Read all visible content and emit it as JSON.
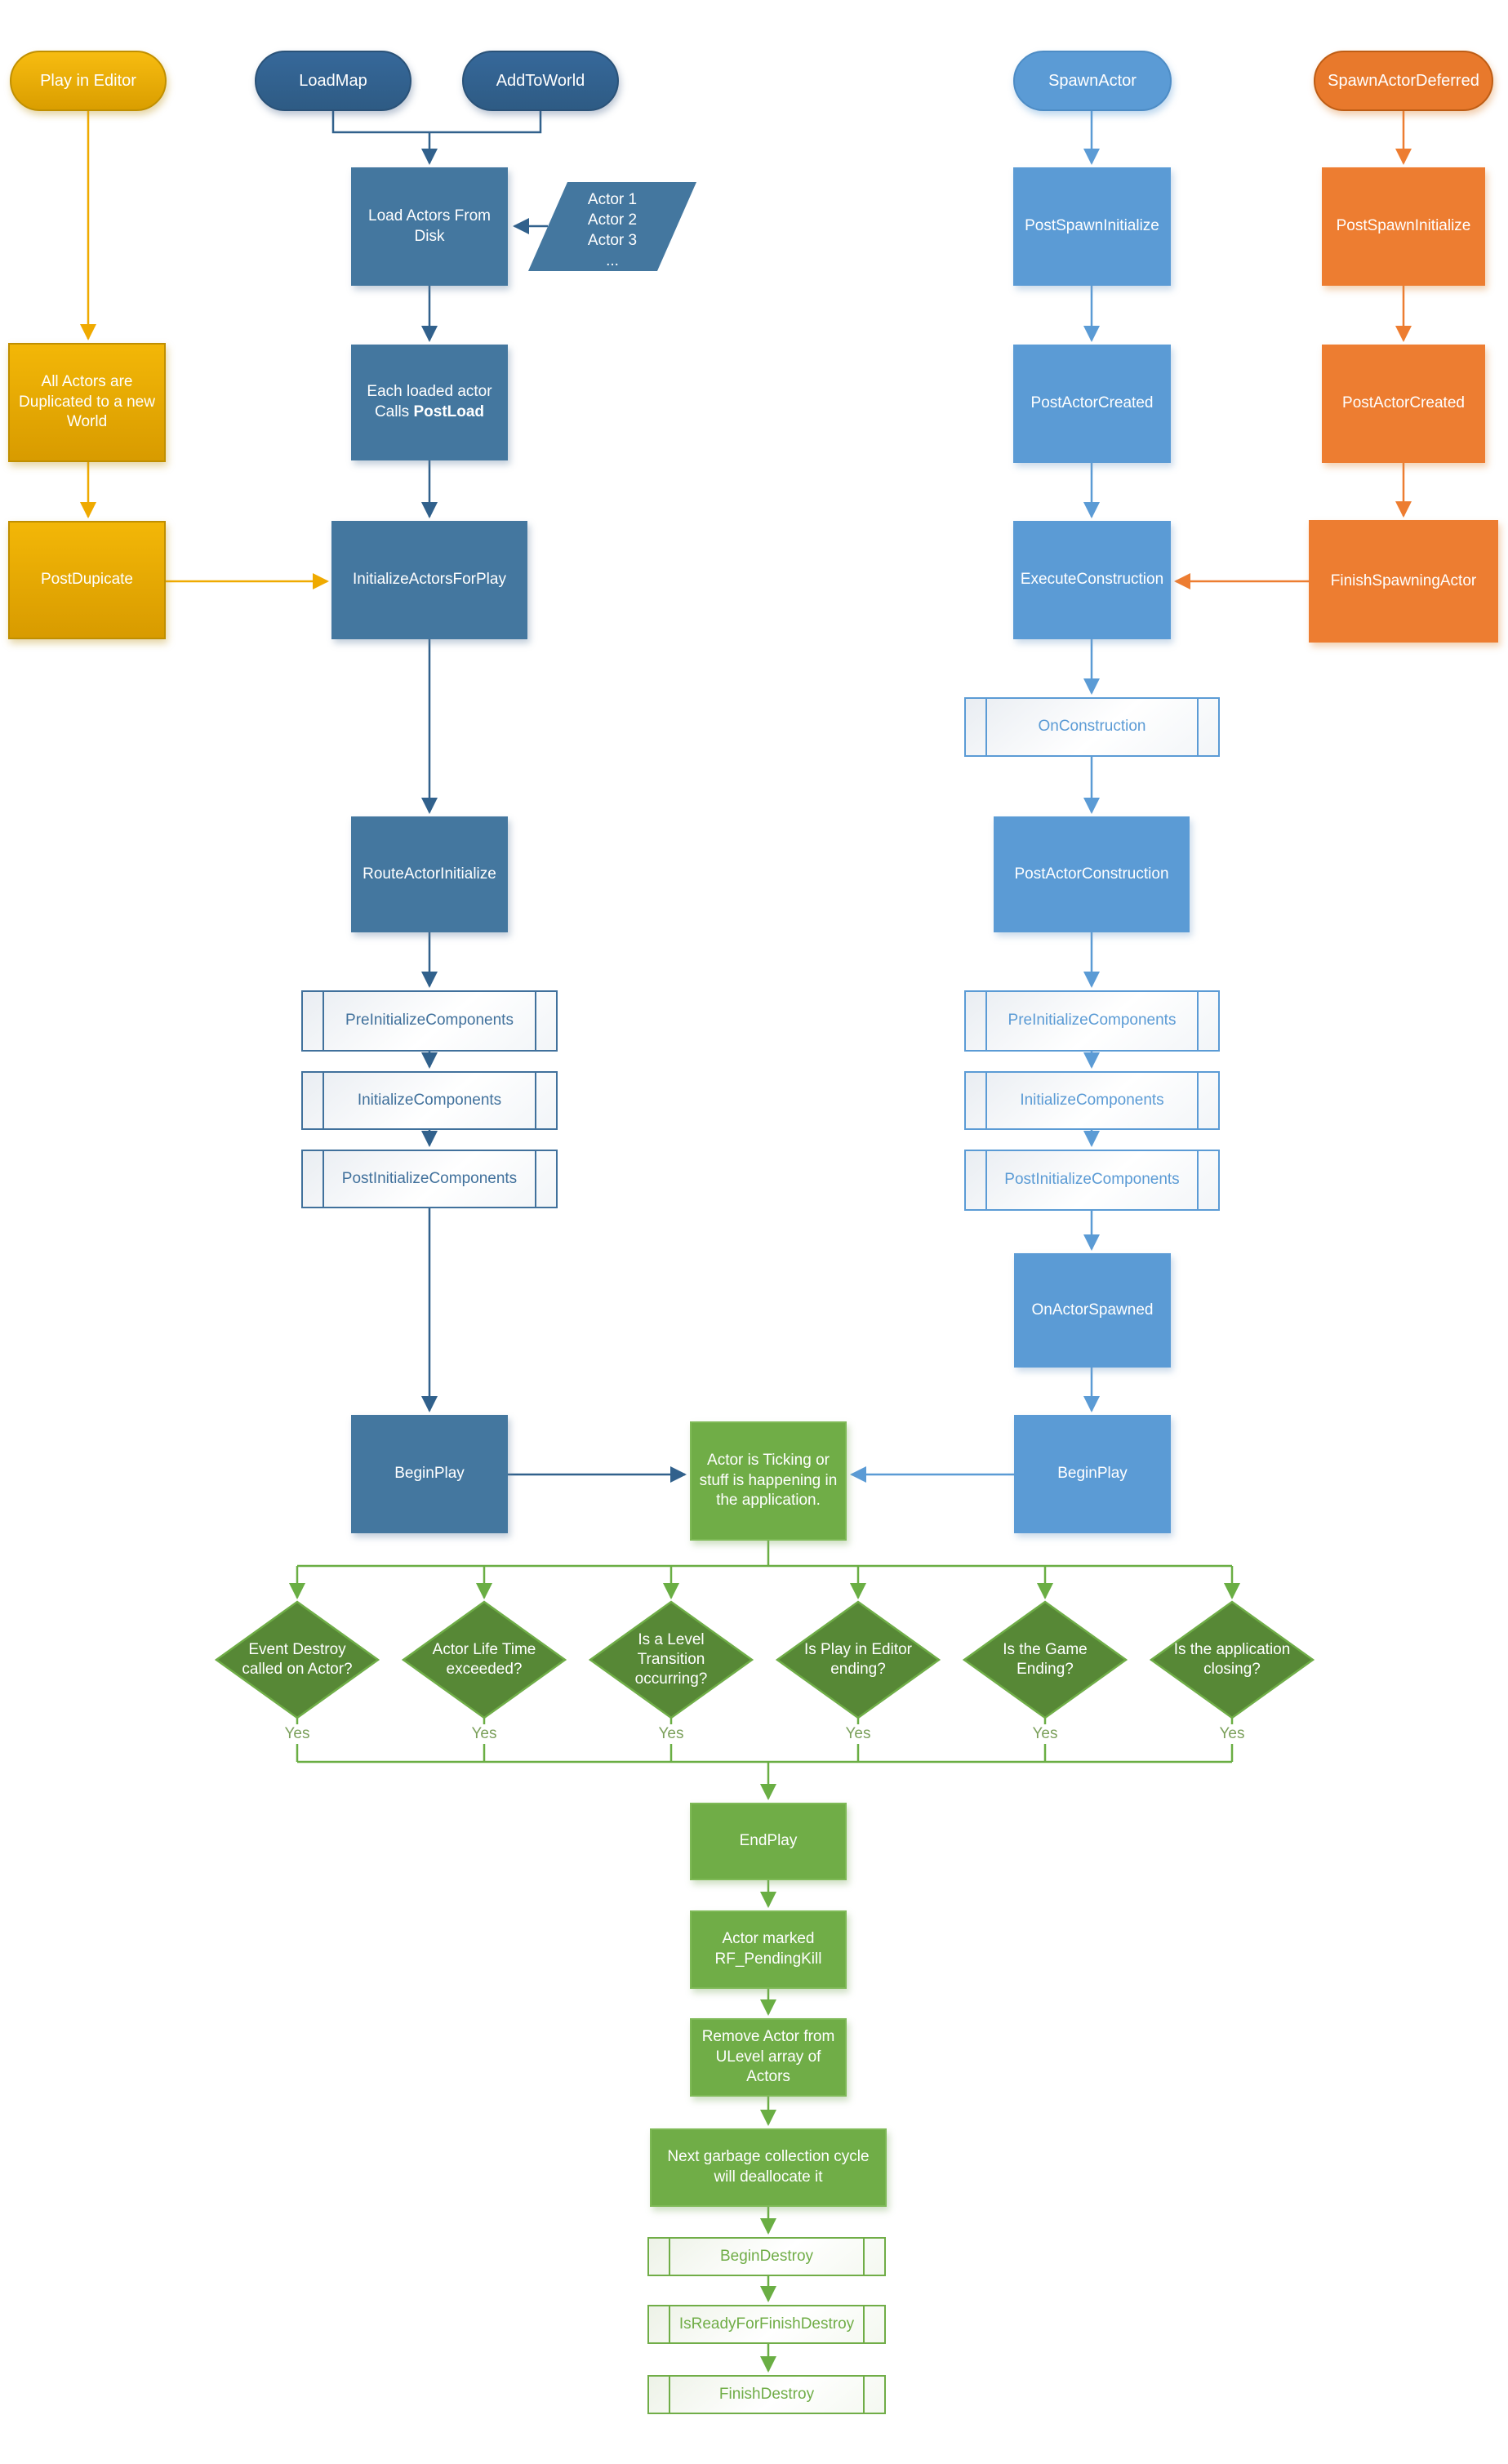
{
  "colors": {
    "gold": "#EFAF0B",
    "navy_blue": "#31618C",
    "steel_blue": "#44779F",
    "light_blue": "#5B9BD5",
    "orange": "#ED7D31",
    "green": "#70AD47",
    "diamond_green": "#578836"
  },
  "nodes": {
    "play_in_editor": "Play in Editor",
    "load_map": "LoadMap",
    "add_to_world": "AddToWorld",
    "spawn_actor": "SpawnActor",
    "spawn_actor_deferred": "SpawnActorDeferred",
    "all_actors_duplicated": "All Actors are Duplicated to a new World",
    "post_duplicate": "PostDupicate",
    "load_actors_from_disk": "Load Actors From Disk",
    "actor_list": [
      "Actor 1",
      "Actor 2",
      "Actor 3",
      "..."
    ],
    "each_loaded_actor_line1": "Each loaded actor",
    "each_loaded_actor_line2_prefix": "Calls ",
    "each_loaded_actor_line2_bold": "PostLoad",
    "initialize_actors_for_play": "InitializeActorsForPlay",
    "route_actor_initialize": "RouteActorInitialize",
    "pre_initialize_components": "PreInitializeComponents",
    "initialize_components": "InitializeComponents",
    "post_initialize_components": "PostInitializeComponents",
    "begin_play": "BeginPlay",
    "post_spawn_initialize": "PostSpawnInitialize",
    "post_actor_created": "PostActorCreated",
    "execute_construction": "ExecuteConstruction",
    "on_construction": "OnConstruction",
    "post_actor_construction": "PostActorConstruction",
    "on_actor_spawned": "OnActorSpawned",
    "finish_spawning_actor": "FinishSpawningActor",
    "ticking": "Actor is Ticking or stuff is happening in the application.",
    "end_play": "EndPlay",
    "actor_marked_pending_kill": "Actor marked RF_PendingKill",
    "remove_actor_from_ulevel": "Remove Actor from ULevel array of Actors",
    "garbage_collection": "Next garbage collection cycle will deallocate it",
    "begin_destroy": "BeginDestroy",
    "is_ready_for_finish_destroy": "IsReadyForFinishDestroy",
    "finish_destroy": "FinishDestroy"
  },
  "decisions": [
    {
      "label": "Event Destroy called on Actor?",
      "branch": "Yes"
    },
    {
      "label": "Actor Life Time exceeded?",
      "branch": "Yes"
    },
    {
      "label": "Is a Level Transition occurring?",
      "branch": "Yes"
    },
    {
      "label": "Is Play in Editor ending?",
      "branch": "Yes"
    },
    {
      "label": "Is the Game Ending?",
      "branch": "Yes"
    },
    {
      "label": "Is the application closing?",
      "branch": "Yes"
    }
  ]
}
